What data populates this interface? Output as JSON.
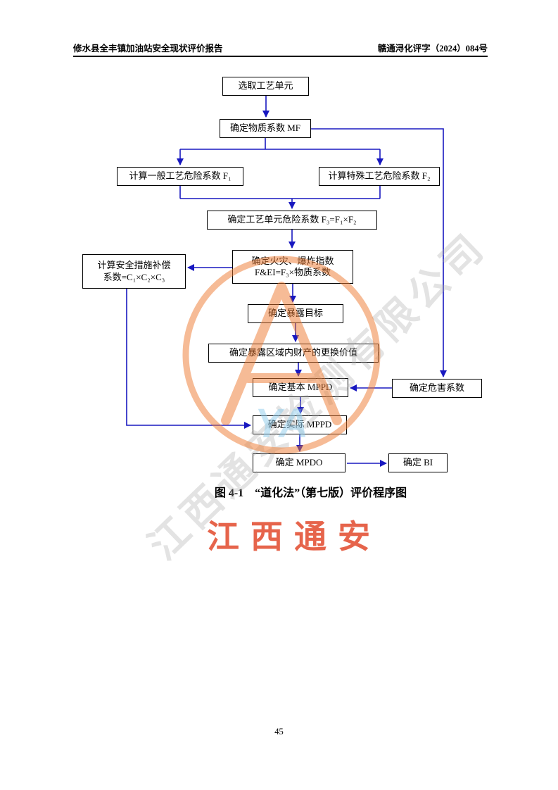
{
  "page": {
    "header_left": "修水县全丰镇加油站安全现状评价报告",
    "header_right": "赣通浔化评字（2024）084号",
    "page_number": "45"
  },
  "flowchart": {
    "caption": "图 4-1　“道化法”（第七版）评价程序图",
    "nodes": {
      "select_unit": "选取工艺单元",
      "mf": "确定物质系数 MF",
      "f1": "计算一般工艺危险系数 F₁",
      "f2": "计算特殊工艺危险系数 F₂",
      "f3": "确定工艺单元危险系数 F₃=F₁×F₂",
      "fei": "确定火灾、爆炸指数\nF&EI=F₃×物质系数",
      "compensation": "计算安全措施补偿\n系数=C₁×C₂×C₃",
      "exposure_target": "确定暴露目标",
      "exposure_value": "确定暴露区域内财产的更换价值",
      "base_mppd": "确定基本 MPPD",
      "hazard_factor": "确定危害系数",
      "actual_mppd": "确定实际 MPPD",
      "mpdo": "确定 MPDO",
      "bi": "确定 BI"
    },
    "arrow_color": "#1818c0"
  },
  "watermark": {
    "diagonal_text": "江西通安检测有限公司",
    "brand_text": "江西通安",
    "logo_letters": "YA",
    "stamp_orange": "#ee7a30",
    "logo_blue": "#8fccec",
    "brand_red": "#e2492c"
  }
}
